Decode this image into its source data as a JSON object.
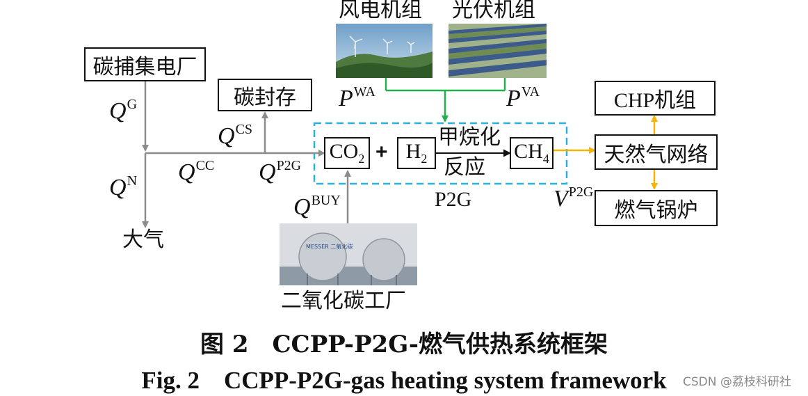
{
  "nodes": {
    "ccpp": "碳捕集电厂",
    "storage": "碳封存",
    "atmosphere": "大气",
    "wind_label": "风电机组",
    "pv_label": "光伏机组",
    "co2_plant": "二氧化碳工厂",
    "co2": "CO",
    "co2_sub": "2",
    "plus": "+",
    "h2": "H",
    "h2_sub": "2",
    "methanation_line1": "甲烷化",
    "methanation_line2": "反应",
    "ch4": "CH",
    "ch4_sub": "4",
    "p2g": "P2G",
    "chp": "CHP机组",
    "gas_network": "天然气网络",
    "gas_boiler": "燃气锅炉",
    "co2_tank_text": "MESSER 二氧化碳"
  },
  "symbols": {
    "QG": {
      "base": "Q",
      "sup": "G"
    },
    "QN": {
      "base": "Q",
      "sup": "N"
    },
    "QCC": {
      "base": "Q",
      "sup": "CC"
    },
    "QCS": {
      "base": "Q",
      "sup": "CS"
    },
    "QP2G": {
      "base": "Q",
      "sup": "P2G"
    },
    "QBUY": {
      "base": "Q",
      "sup": "BUY"
    },
    "PWA": {
      "base": "P",
      "sup": "WA"
    },
    "PVA": {
      "base": "P",
      "sup": "VA"
    },
    "VP2G": {
      "base": "V",
      "sup": "P2G"
    }
  },
  "caption": {
    "zh": "图 2　CCPP-P2G-燃气供热系统框架",
    "en": "Fig. 2　CCPP-P2G-gas heating system framework"
  },
  "watermark": "CSDN @荔枝科研社",
  "colors": {
    "gray_arrow": "#8c8c8c",
    "green_arrow": "#22b04b",
    "yellow_arrow": "#f4b400",
    "p2g_dash": "#2ab0e0"
  }
}
